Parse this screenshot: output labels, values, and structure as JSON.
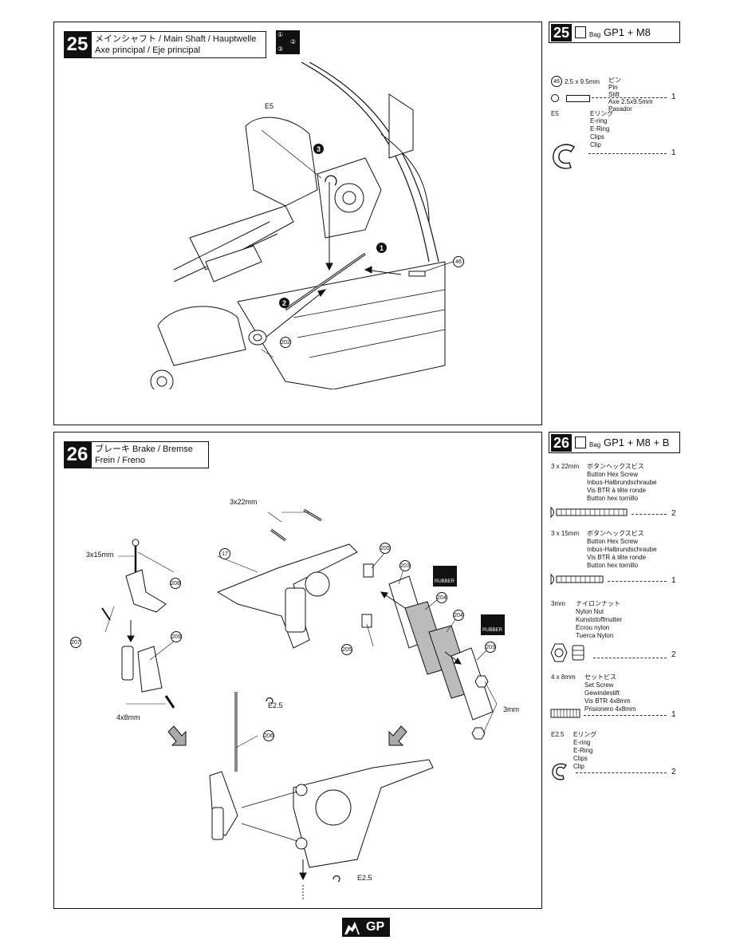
{
  "step25": {
    "number": "25",
    "title_line1": "メインシャフト / Main Shaft / Hauptwelle",
    "title_line2": "Axe principal / Eje principal",
    "order_icon": [
      "①",
      "②",
      "③"
    ],
    "callouts": {
      "e5": "E5",
      "pin": "46",
      "nut": "202",
      "s1": "1",
      "s2": "2",
      "s3": "3"
    }
  },
  "step25_parts": {
    "number": "25",
    "bag": "Bag",
    "bag_name": "GP1 + M8",
    "items": [
      {
        "code": "46",
        "size": "2.5 x 9.5mm",
        "names": [
          "ピン",
          "Pin",
          "Stift",
          "Axe 2.5x9.5mm",
          "Pasador"
        ],
        "qty": "1"
      },
      {
        "code": "E5",
        "size": "",
        "names": [
          "Eリング",
          "E-ring",
          "E-Ring",
          "Clips",
          "Clip"
        ],
        "qty": "1"
      }
    ]
  },
  "step26": {
    "number": "26",
    "title_line1": "ブレーキ  Brake / Bremse",
    "title_line2": "Frein / Freno",
    "labels": {
      "screw22": "3x22mm",
      "screw15": "3x15mm",
      "set": "4x8mm",
      "nut3": "3mm",
      "e25a": "E2.5",
      "e25b": "E2.5",
      "rubber1": "RUBBER",
      "rubber2": "RUBBER"
    },
    "callouts": [
      "17",
      "205",
      "203",
      "204",
      "204",
      "203",
      "205",
      "208",
      "207",
      "209",
      "206"
    ]
  },
  "step26_parts": {
    "number": "26",
    "bag": "Bag",
    "bag_name": "GP1 + M8 + B",
    "items": [
      {
        "size": "3 x 22mm",
        "names": [
          "ボタンヘックスビス",
          "Button Hex Screw",
          "Inbus-Halbrundschraube",
          "Vis BTR à tête ronde",
          "Button hex tornillo"
        ],
        "qty": "2"
      },
      {
        "size": "3 x 15mm",
        "names": [
          "ボタンヘックスビス",
          "Button Hex Screw",
          "Inbus-Halbrundschraube",
          "Vis BTR à tête ronde",
          "Button hex tornillo"
        ],
        "qty": "1"
      },
      {
        "size": "3mm",
        "names": [
          "ナイロンナット",
          "Nylon Nut",
          "Kunststoffmutter",
          "Ecrou nylon",
          "Tuerca Nylon"
        ],
        "qty": "2"
      },
      {
        "size": "4 x 8mm",
        "names": [
          "セットビス",
          "Set Screw",
          "Gewindestift",
          "Vis BTR 4x8mm",
          "Prisionero 4x8mm"
        ],
        "qty": "1"
      },
      {
        "size": "E2.5",
        "names": [
          "Eリング",
          "E-ring",
          "E-Ring",
          "Clips",
          "Clip"
        ],
        "qty": "2"
      }
    ]
  },
  "footer": {
    "logo_text": "GP"
  }
}
